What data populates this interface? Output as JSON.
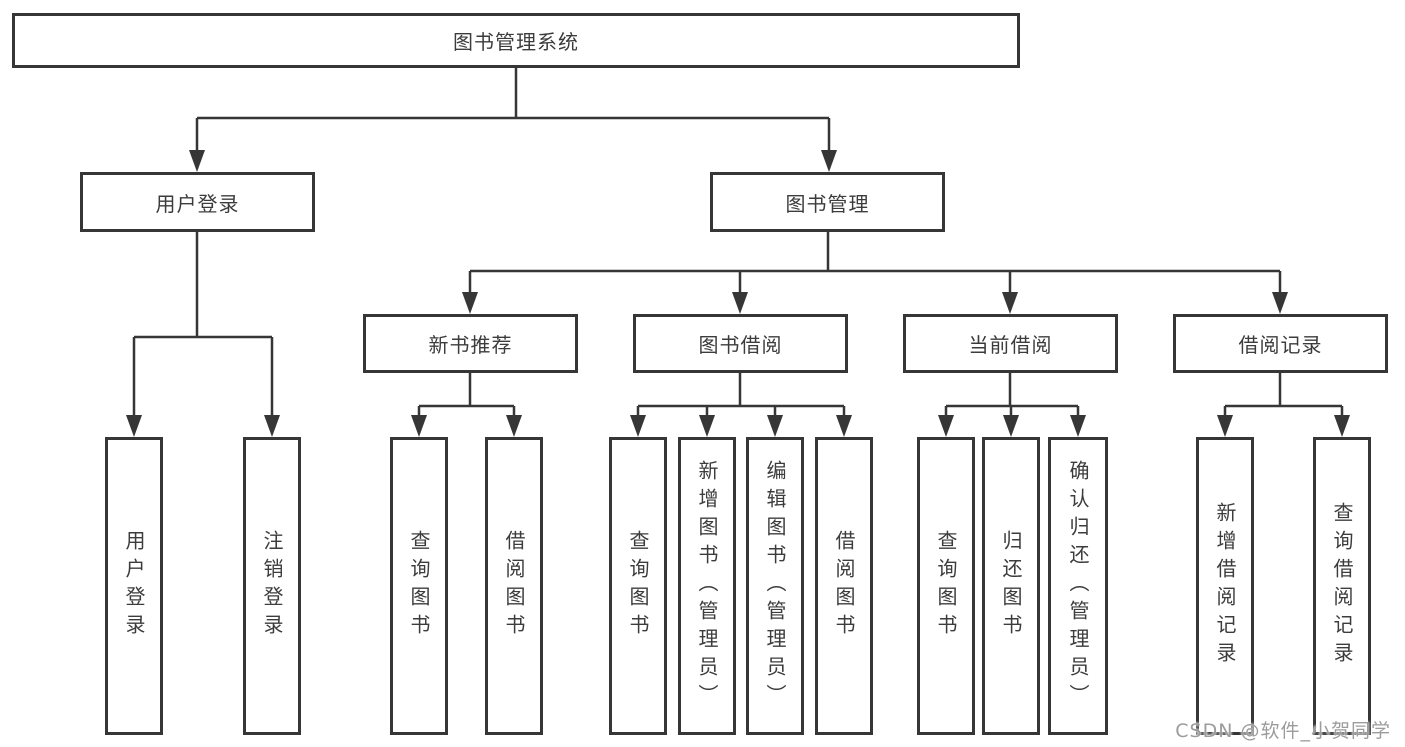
{
  "tree": {
    "root": {
      "label": "图书管理系统"
    },
    "branches": [
      {
        "label": "用户登录",
        "children": [
          "用户登录",
          "注销登录"
        ]
      },
      {
        "label": "图书管理",
        "groups": [
          {
            "label": "新书推荐",
            "children": [
              "查询图书",
              "借阅图书"
            ]
          },
          {
            "label": "图书借阅",
            "children": [
              "查询图书",
              "新增图书（管理员）",
              "编辑图书（管理员）",
              "借阅图书"
            ]
          },
          {
            "label": "当前借阅",
            "children": [
              "查询图书",
              "归还图书",
              "确认归还（管理员）"
            ]
          },
          {
            "label": "借阅记录",
            "children": [
              "新增借阅记录",
              "查询借阅记录"
            ]
          }
        ]
      }
    ]
  },
  "colors": {
    "line": "#363636",
    "text": "#3c3c3c",
    "watermark": "#9c9c9c",
    "background": "#ffffff"
  },
  "watermark": "CSDN @软件_小贺同学"
}
